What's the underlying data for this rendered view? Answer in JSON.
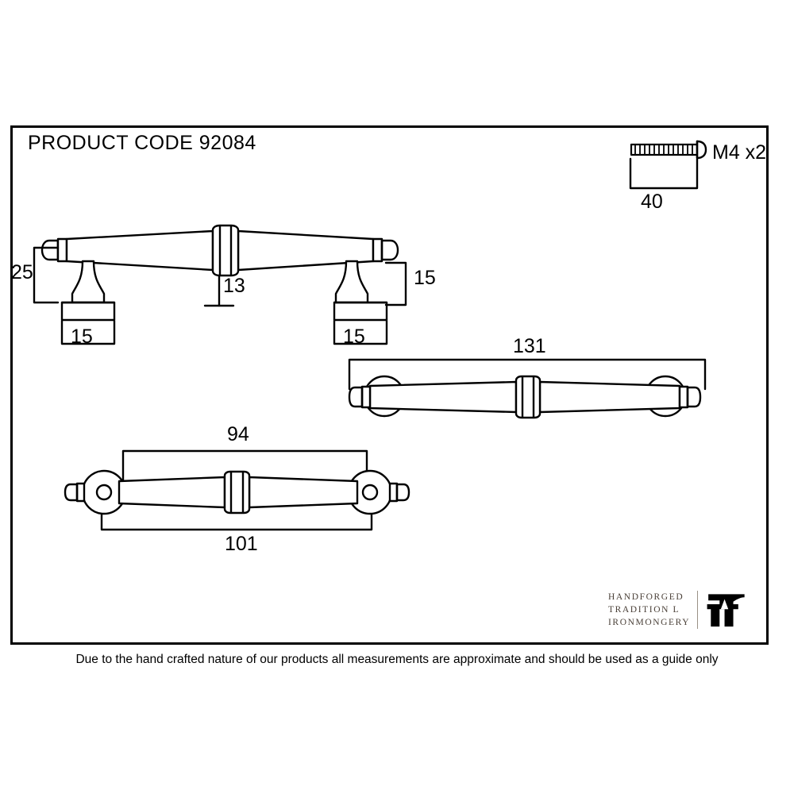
{
  "sheet": {
    "product_code_label": "PRODUCT CODE  92084",
    "footer_note": "Due to the hand crafted nature of our products all measurements are approximate and should be used as a guide only",
    "background_color": "#ffffff",
    "line_color": "#000000"
  },
  "fixings": {
    "label": "M4 x2",
    "length_dimension": "40"
  },
  "views": {
    "top_view": {
      "dim_height_left": "25",
      "dim_center": "13",
      "dim_height_right": "15",
      "dim_base_left": "15",
      "dim_base_right": "15"
    },
    "front_view": {
      "dim_overall_length": "131"
    },
    "bottom_view": {
      "dim_fixing_centres": "94",
      "dim_overall": "101"
    }
  },
  "logo": {
    "line1": "HANDFORGED",
    "line2": "TRADITION L",
    "line3": "IRONMONGERY",
    "mark": "anvil-a-mark",
    "text_color": "#4a4038"
  }
}
